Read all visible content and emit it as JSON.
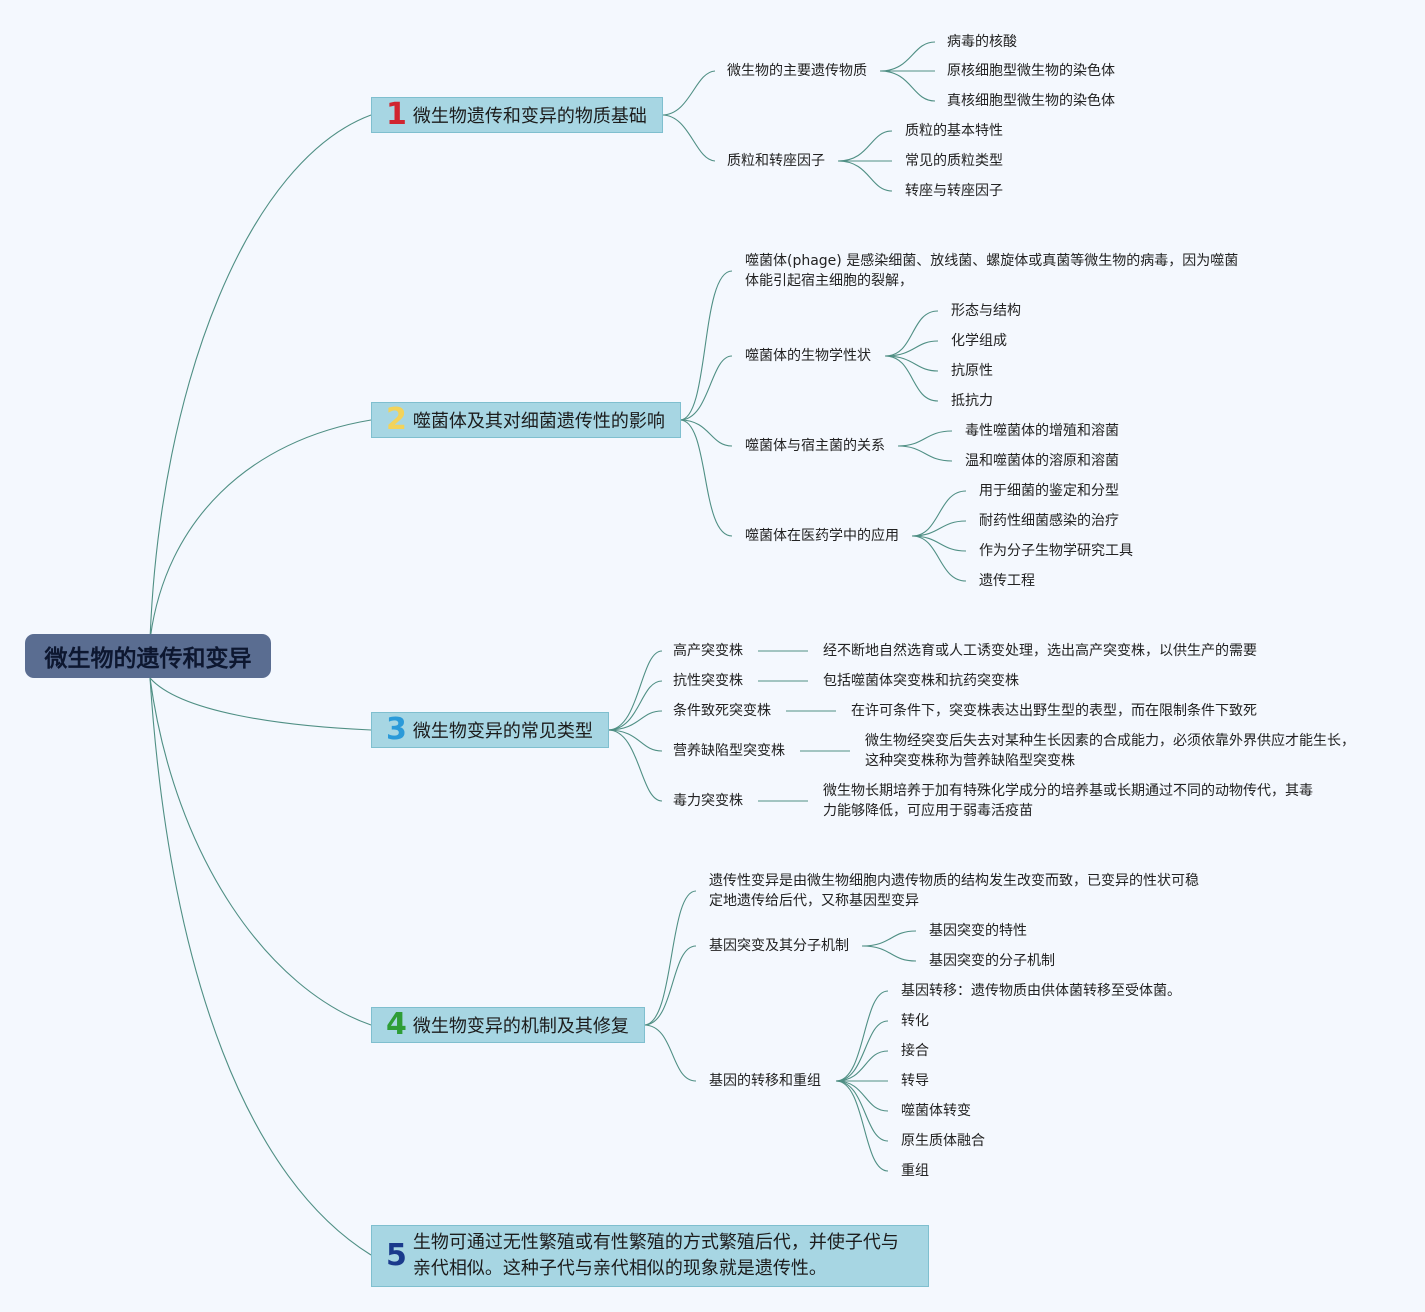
{
  "root": "微生物的遗传和变异",
  "topics": [
    {
      "num": "1",
      "text": "微生物遗传和变异的物质基础"
    },
    {
      "num": "2",
      "text": "噬菌体及其对细菌遗传性的影响"
    },
    {
      "num": "3",
      "text": "微生物变异的常见类型"
    },
    {
      "num": "4",
      "text": "微生物变异的机制及其修复"
    },
    {
      "num": "5",
      "text": "生物可通过无性繁殖或有性繁殖的方式繁殖后代，并使子代与亲代相似。这种子代与亲代相似的现象就是遗传性。"
    }
  ],
  "t1": {
    "sub1": "微生物的主要遗传物质",
    "sub1_items": [
      "病毒的核酸",
      "原核细胞型微生物的染色体",
      "真核细胞型微生物的染色体"
    ],
    "sub2": "质粒和转座因子",
    "sub2_items": [
      "质粒的基本特性",
      "常见的质粒类型",
      "转座与转座因子"
    ]
  },
  "t2": {
    "desc": "噬菌体(phage) 是感染细菌、放线菌、螺旋体或真菌等微生物的病毒，因为噬菌体能引起宿主细胞的裂解，",
    "sub1": "噬菌体的生物学性状",
    "sub1_items": [
      "形态与结构",
      "化学组成",
      "抗原性",
      "抵抗力"
    ],
    "sub2": "噬菌体与宿主菌的关系",
    "sub2_items": [
      "毒性噬菌体的增殖和溶菌",
      "温和噬菌体的溶原和溶菌"
    ],
    "sub3": "噬菌体在医药学中的应用",
    "sub3_items": [
      "用于细菌的鉴定和分型",
      "耐药性细菌感染的治疗",
      "作为分子生物学研究工具",
      "遗传工程"
    ]
  },
  "t3": {
    "items": [
      {
        "label": "高产突变株",
        "desc": "经不断地自然选育或人工诱变处理，选出高产突变株，以供生产的需要"
      },
      {
        "label": "抗性突变株",
        "desc": "包括噬菌体突变株和抗药突变株"
      },
      {
        "label": "条件致死突变株",
        "desc": "在许可条件下，突变株表达出野生型的表型，而在限制条件下致死"
      },
      {
        "label": "营养缺陷型突变株",
        "desc": "微生物经突变后失去对某种生长因素的合成能力，必须依靠外界供应才能生长，这种突变株称为营养缺陷型突变株"
      },
      {
        "label": "毒力突变株",
        "desc": "微生物长期培养于加有特殊化学成分的培养基或长期通过不同的动物传代，其毒力能够降低，可应用于弱毒活疫苗"
      }
    ]
  },
  "t4": {
    "desc": "遗传性变异是由微生物细胞内遗传物质的结构发生改变而致，已变异的性状可稳定地遗传给后代，又称基因型变异",
    "sub1": "基因突变及其分子机制",
    "sub1_items": [
      "基因突变的特性",
      "基因突变的分子机制"
    ],
    "sub2": "基因的转移和重组",
    "sub2_items": [
      "基因转移：遗传物质由供体菌转移至受体菌。",
      "转化",
      "接合",
      "转导",
      "噬菌体转变",
      "原生质体融合",
      "重组"
    ]
  },
  "colors": {
    "background": "#f4f8fe",
    "root": "#5a6d91",
    "topic": "#a7d6e3",
    "line": "#4f8f84"
  }
}
